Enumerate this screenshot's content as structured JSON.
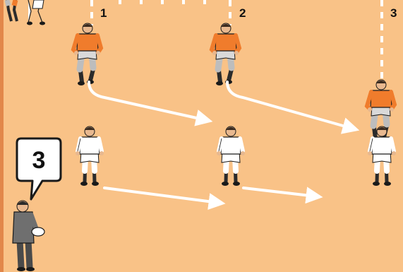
{
  "colors": {
    "field": "#f9c287",
    "line": "#ffffff",
    "attacker_shirt": "#f07c2c",
    "defender_kit": "#ffffff",
    "coach_shirt": "#6f6f6f",
    "coach_trousers": "#4a4a4a",
    "outline": "#1a1a1a",
    "edge_stripe": "#e2874a"
  },
  "cones": [
    {
      "label": "1"
    },
    {
      "label": "2"
    },
    {
      "label": "3"
    }
  ],
  "coach_call": {
    "text": "3"
  },
  "icons": {
    "attacker": "rugby-player-orange",
    "defender": "rugby-player-white",
    "coach": "coach-with-ball",
    "run_arrow": "arrow-right"
  }
}
